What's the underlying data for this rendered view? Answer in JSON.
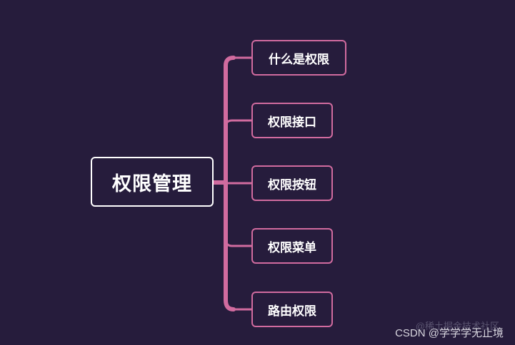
{
  "mindmap": {
    "root": {
      "label": "权限管理"
    },
    "children": [
      {
        "label": "什么是权限"
      },
      {
        "label": "权限接口"
      },
      {
        "label": "权限按钮"
      },
      {
        "label": "权限菜单"
      },
      {
        "label": "路由权限"
      }
    ]
  },
  "watermark": {
    "faint": "@稀土掘金技术社区",
    "text": "CSDN @学学学无止境"
  },
  "colors": {
    "background": "#261c3c",
    "connector": "#d16b9f",
    "root_border": "#ffffff",
    "child_border": "#d16b9f"
  }
}
